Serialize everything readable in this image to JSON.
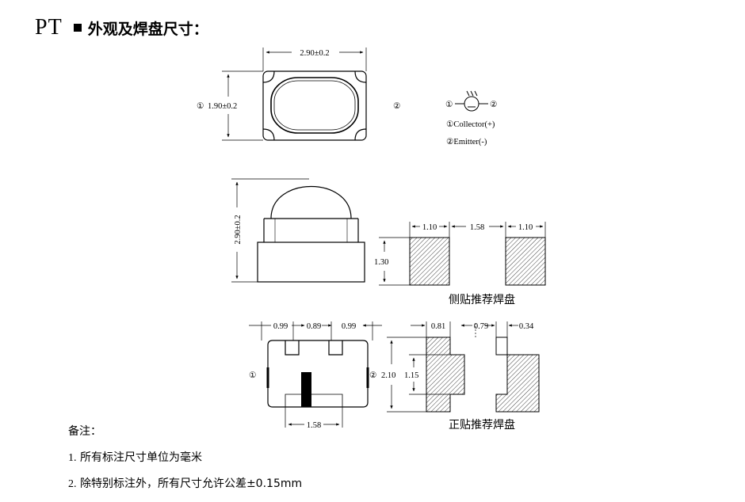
{
  "header": {
    "code": "PT",
    "title": "外观及焊盘尺寸："
  },
  "top_view": {
    "width_dim": "2.90±0.2",
    "height_dim": "1.90±0.2",
    "pin1": "①",
    "pin2": "②"
  },
  "symbol": {
    "pin1": "①",
    "pin2": "②",
    "legend1": "①Collector(+)",
    "legend2": "②Emitter(-)"
  },
  "side_view": {
    "height_dim": "2.90±0.2"
  },
  "side_pad": {
    "w1": "1.10",
    "gap": "1.58",
    "w2": "1.10",
    "h": "1.30",
    "caption": "侧贴推荐焊盘"
  },
  "bottom_view": {
    "d1": "0.99",
    "d2": "0.89",
    "d3": "0.99",
    "bottom": "1.58",
    "pin1": "①",
    "pin2": "②"
  },
  "front_pad": {
    "d1": "0.81",
    "d2": "0.79",
    "d3": "0.34",
    "h_total": "2.10",
    "h_inner": "1.15",
    "caption": "正贴推荐焊盘"
  },
  "notes": {
    "heading": "备注：",
    "items": [
      {
        "num": "1.",
        "text": "所有标注尺寸单位为毫米"
      },
      {
        "num": "2.",
        "text": "除特别标注外，所有尺寸允许公差±0.15mm"
      }
    ]
  }
}
